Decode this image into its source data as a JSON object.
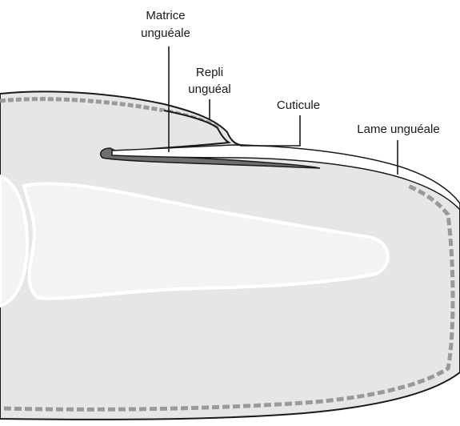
{
  "labels": {
    "matrice_line1": "Matrice",
    "matrice_line2": "unguéale",
    "repli_line1": "Repli",
    "repli_line2": "unguéal",
    "cuticule": "Cuticule",
    "lame": "Lame unguéale"
  },
  "colors": {
    "background": "#ffffff",
    "tissue_fill": "#e6e6e6",
    "tissue_stroke": "#1a1a1a",
    "rim_texture": "#9a9a9a",
    "bone_fill": "#f3f3f3",
    "bone_outline": "#ffffff",
    "nail_plate": "#ffffff",
    "matrix_dark": "#6f6f6f",
    "leader_line": "#1a1a1a"
  }
}
